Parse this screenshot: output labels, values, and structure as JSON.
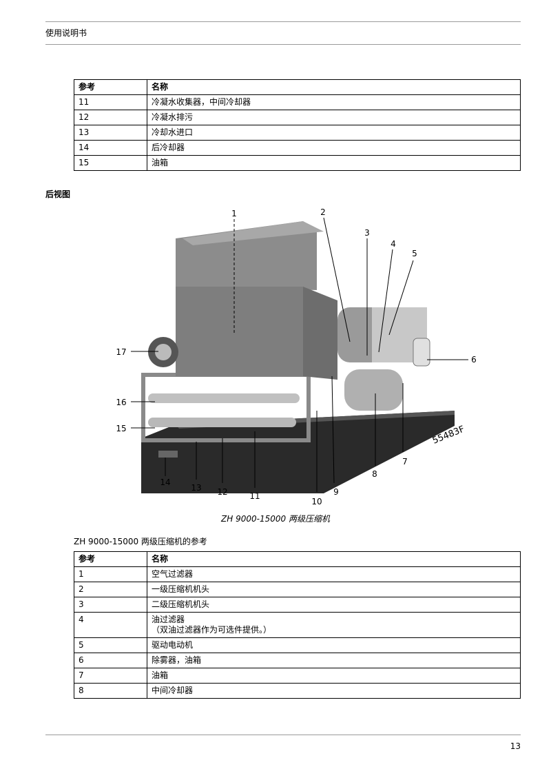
{
  "header": {
    "title": "使用说明书"
  },
  "table1": {
    "headers": [
      "参考",
      "名称"
    ],
    "rows": [
      [
        "11",
        "冷凝水收集器，中间冷却器"
      ],
      [
        "12",
        "冷凝水排污"
      ],
      [
        "13",
        "冷却水进口"
      ],
      [
        "14",
        "后冷却器"
      ],
      [
        "15",
        "油箱"
      ]
    ]
  },
  "section": {
    "title": "后视图"
  },
  "figure": {
    "code": "55483F",
    "callouts": [
      "1",
      "2",
      "3",
      "4",
      "5",
      "6",
      "7",
      "8",
      "9",
      "10",
      "11",
      "12",
      "13",
      "14",
      "15",
      "16",
      "17"
    ],
    "caption": "ZH 9000-15000 两级压缩机"
  },
  "table2_title": "ZH 9000-15000 两级压缩机的参考",
  "table2": {
    "headers": [
      "参考",
      "名称"
    ],
    "rows": [
      [
        "1",
        "空气过滤器"
      ],
      [
        "2",
        "一级压缩机机头"
      ],
      [
        "3",
        "二级压缩机机头"
      ],
      [
        "4",
        "油过滤器",
        "（双油过滤器作为可选件提供。）"
      ],
      [
        "5",
        "驱动电动机"
      ],
      [
        "6",
        "除雾器，油箱"
      ],
      [
        "7",
        "油箱"
      ],
      [
        "8",
        "中间冷却器"
      ]
    ]
  },
  "footer": {
    "page_number": "13"
  }
}
